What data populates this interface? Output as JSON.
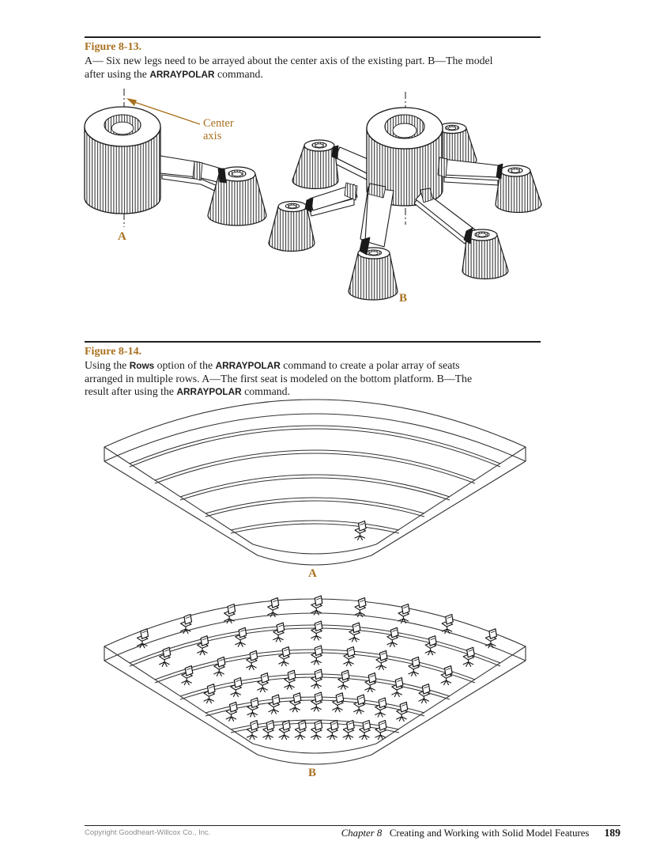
{
  "figures": [
    {
      "heading": "Figure 8-13.",
      "caption_segments": [
        {
          "t": "A— Six new legs need to be arrayed about the center axis of the existing part. B—The model"
        },
        {
          "br": true
        },
        {
          "t": "after using the "
        },
        {
          "t": "ARRAYPOLAR",
          "b": true
        },
        {
          "t": " command."
        }
      ],
      "labels": {
        "a": "A",
        "b": "B"
      },
      "annotation": {
        "line1": "Center",
        "line2": "axis"
      }
    },
    {
      "heading": "Figure 8-14.",
      "caption_segments": [
        {
          "t": "Using the "
        },
        {
          "t": "Rows",
          "b": true
        },
        {
          "t": " option of the "
        },
        {
          "t": "ARRAYPOLAR",
          "b": true
        },
        {
          "t": " command to create a polar array of seats"
        },
        {
          "br": true
        },
        {
          "t": "arranged in multiple rows. A—The first seat is modeled on the bottom platform. B—The"
        },
        {
          "br": true
        },
        {
          "t": "result after using the "
        },
        {
          "t": "ARRAYPOLAR",
          "b": true
        },
        {
          "t": " command."
        }
      ],
      "labels": {
        "a": "A",
        "b": "B"
      },
      "array": {
        "rows": 6,
        "chairs_per_row": 9
      }
    }
  ],
  "footer": {
    "copyright": "Copyright Goodheart-Willcox Co., Inc.",
    "chapter": "Chapter 8",
    "chapter_title": "Creating and Working with Solid Model Features",
    "page_number": "189"
  },
  "colors": {
    "accent_brown": "#a8701e",
    "ink": "#1a1a1a"
  }
}
